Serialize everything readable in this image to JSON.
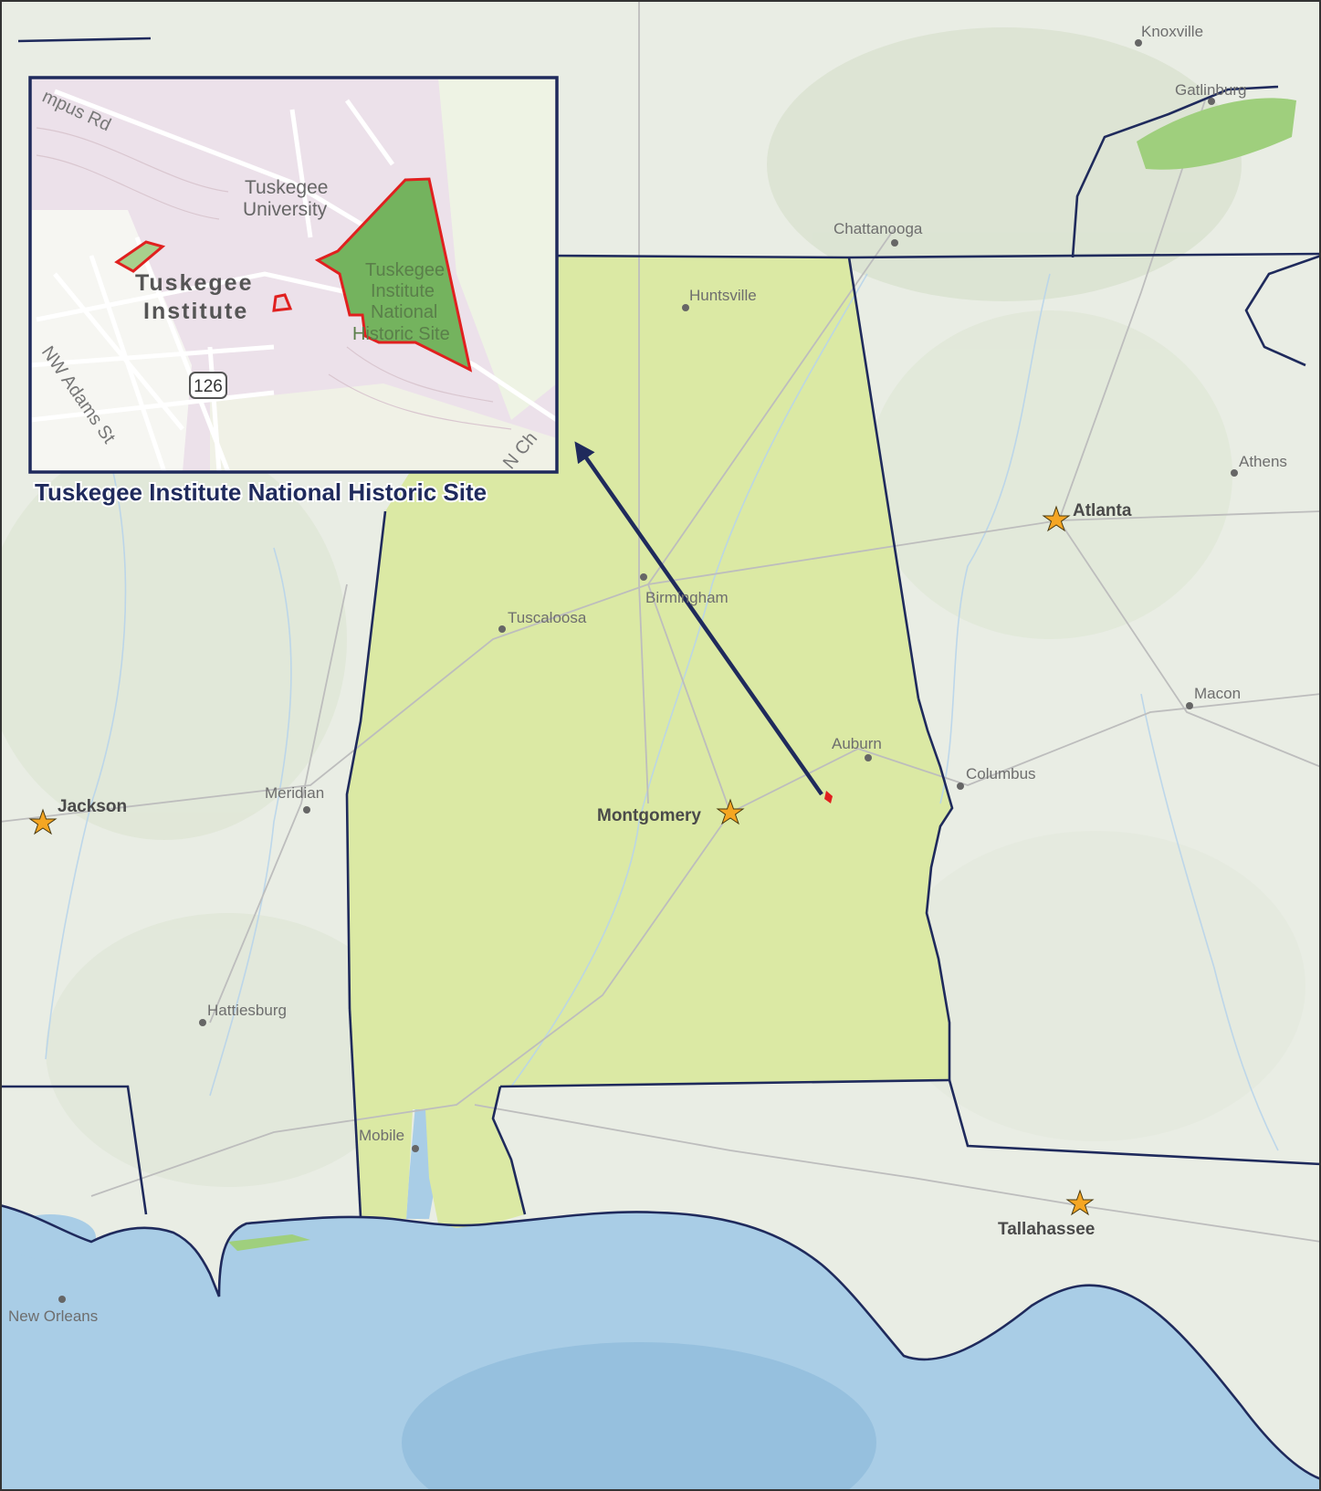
{
  "map": {
    "inset_title": "Tuskegee Institute National Historic Site",
    "inset_labels": {
      "campus_rd": "mpus Rd",
      "university_1": "Tuskegee",
      "university_2": "University",
      "town_1": "Tuskegee",
      "town_2": "Institute",
      "site_1": "Tuskegee",
      "site_2": "Institute",
      "site_3": "National",
      "site_4": "Historic Site",
      "adams_st": "NW Adams St",
      "route_shield": "126",
      "corner_road": "N Ch"
    },
    "cities": [
      {
        "name": "Knoxville"
      },
      {
        "name": "Gatlinburg"
      },
      {
        "name": "Chattanooga"
      },
      {
        "name": "Huntsville"
      },
      {
        "name": "Athens"
      },
      {
        "name": "Birmingham"
      },
      {
        "name": "Tuscaloosa"
      },
      {
        "name": "Macon"
      },
      {
        "name": "Auburn"
      },
      {
        "name": "Columbus"
      },
      {
        "name": "Meridian"
      },
      {
        "name": "Hattiesburg"
      },
      {
        "name": "Mobile"
      },
      {
        "name": "New Orleans"
      }
    ],
    "capitals": [
      {
        "name": "Atlanta"
      },
      {
        "name": "Jackson"
      },
      {
        "name": "Montgomery"
      },
      {
        "name": "Tallahassee"
      }
    ],
    "colors": {
      "land": "#e9ede4",
      "alabama": "#dbe9a4",
      "water": "#a9cde6",
      "border": "#1f2a5c",
      "park": "#7fbf5a",
      "site_outline": "#e0201f",
      "capital_star": "#f5a623"
    }
  }
}
